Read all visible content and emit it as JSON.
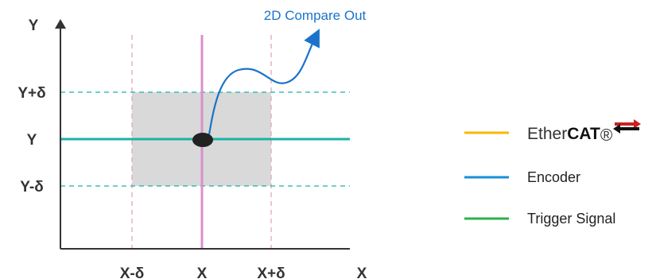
{
  "axes": {
    "y_title": "Y",
    "x_title": "X",
    "y_ticks": [
      "Y+δ",
      "Y",
      "Y-δ"
    ],
    "x_ticks": [
      "X-δ",
      "X",
      "X+δ"
    ]
  },
  "callout": "2D Compare Out",
  "legend": {
    "items": [
      {
        "label": "EtherCAT",
        "brand_prefix": "Ether",
        "brand_bold": "CAT",
        "brand_mark": "®",
        "color": "#f5b800"
      },
      {
        "label": "Encoder",
        "color": "#1a8fd6"
      },
      {
        "label": "Trigger Signal",
        "color": "#2ab24b"
      }
    ]
  },
  "colors": {
    "axis": "#333333",
    "compare_zone": "#d9d9d9",
    "teal": "#1ab2a8",
    "pink_dash": "#e6a3ba",
    "magenta_line": "#d98fcf",
    "curve": "#1a73c9",
    "brand_red": "#cc1f1f"
  }
}
